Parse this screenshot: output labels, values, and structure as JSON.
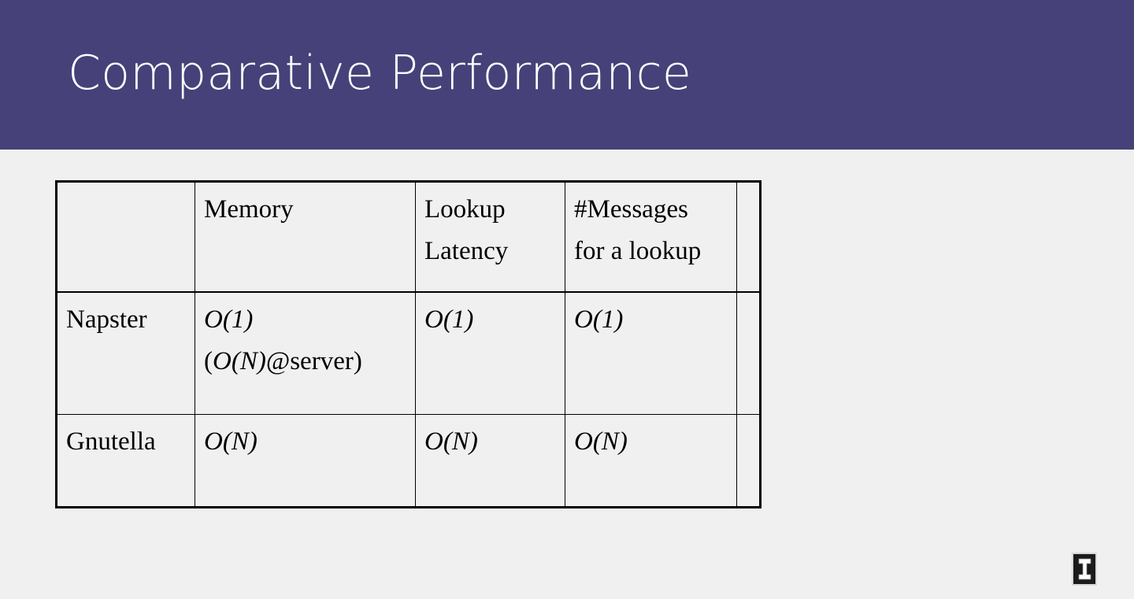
{
  "slide": {
    "title": "Comparative Performance",
    "header_bg": "#464178",
    "background": "#f0f0f0",
    "title_color": "#ffffff"
  },
  "table": {
    "columns": [
      "",
      "Memory",
      "Lookup Latency",
      "#Messages for a lookup",
      ""
    ],
    "header_cells": [
      {
        "line1": "",
        "line2": ""
      },
      {
        "line1": "Memory",
        "line2": ""
      },
      {
        "line1": "Lookup",
        "line2": "Latency"
      },
      {
        "line1": "#Messages",
        "line2": "for a lookup"
      },
      {
        "line1": "",
        "line2": ""
      }
    ],
    "rows": [
      {
        "label": "Napster",
        "memory_line1": "O(1)",
        "memory_line2_open": "(",
        "memory_line2_big_o": "O(N)",
        "memory_line2_tail": "@server)",
        "lookup_latency": "O(1)",
        "messages": "O(1)",
        "extra": ""
      },
      {
        "label": "Gnutella",
        "memory_line1": "O(N)",
        "memory_line2_open": "",
        "memory_line2_big_o": "",
        "memory_line2_tail": "",
        "lookup_latency": "O(N)",
        "messages": "O(N)",
        "extra": ""
      }
    ]
  },
  "logo": {
    "name": "illinois-block-i-logo",
    "letter": "I",
    "background": "#1b1b1b",
    "border_color": "#d8d8d8",
    "letter_color": "#ffffff"
  }
}
